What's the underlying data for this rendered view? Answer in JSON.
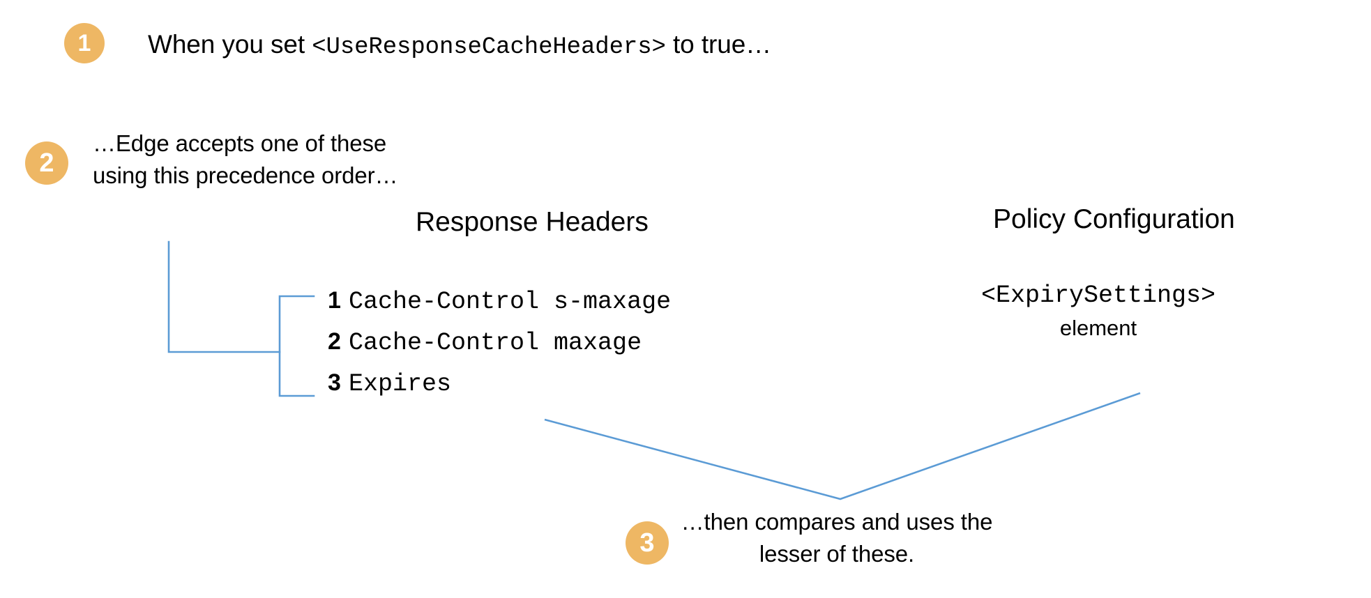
{
  "steps": [
    {
      "id": "1",
      "badge": "1",
      "text_prefix": "When you set ",
      "text_mono": "<UseResponseCacheHeaders>",
      "text_suffix": " to true…"
    },
    {
      "id": "2",
      "badge": "2",
      "text": "…Edge accepts one of these using this precedence order…"
    },
    {
      "id": "3",
      "badge": "3",
      "text": "…then compares and uses the lesser of these."
    }
  ],
  "columns": {
    "response_headers": {
      "heading": "Response Headers",
      "items": [
        {
          "rank": "1",
          "name": "Cache-Control s-maxage"
        },
        {
          "rank": "2",
          "name": "Cache-Control maxage"
        },
        {
          "rank": "3",
          "name": "Expires"
        }
      ]
    },
    "policy_configuration": {
      "heading": "Policy Configuration",
      "element_tag": "<ExpirySettings>",
      "element_word": "element"
    }
  },
  "colors": {
    "badge_fill": "#eeb764",
    "badge_text": "#ffffff",
    "connector_line": "#5b9bd5",
    "text": "#000000",
    "background": "#ffffff"
  }
}
